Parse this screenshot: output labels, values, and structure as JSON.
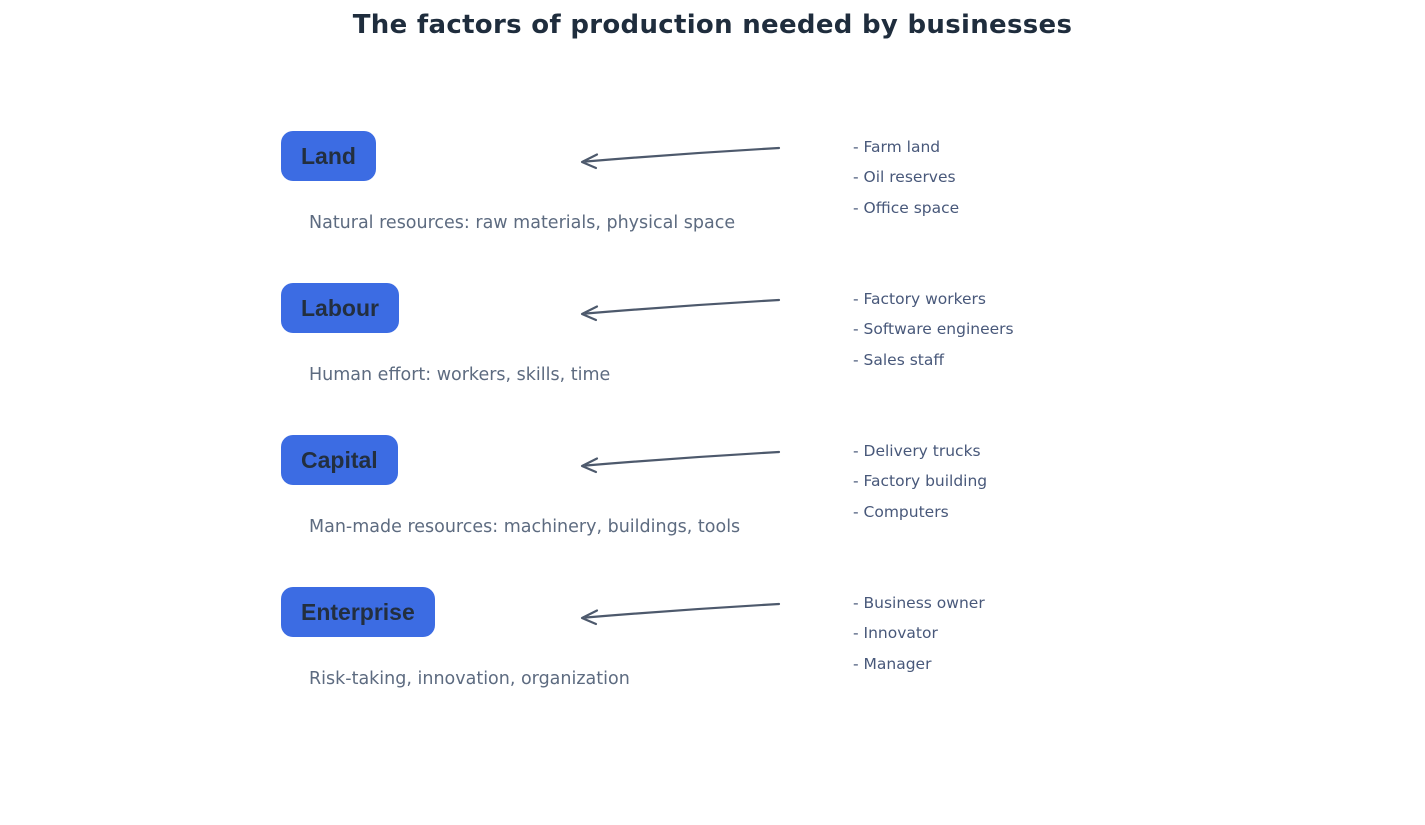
{
  "page": {
    "title": "The factors of production needed by businesses"
  },
  "colors": {
    "title_text": "#1f2d3d",
    "badge_background": "#3c6ce3",
    "badge_text": "#232f3f",
    "description_text": "#5d6b80",
    "example_text": "#48587a",
    "arrow_stroke": "#4d596c",
    "page_background": "#ffffff"
  },
  "icons": {
    "arrow": "left-arrow-icon"
  },
  "sections": [
    {
      "label": "Land",
      "description": "Natural resources: raw materials, physical space",
      "examples": [
        "- Farm land",
        "- Oil reserves",
        "- Office space"
      ]
    },
    {
      "label": "Labour",
      "description": "Human effort: workers, skills, time",
      "examples": [
        "- Factory workers",
        "- Software engineers",
        "- Sales staff"
      ]
    },
    {
      "label": "Capital",
      "description": "Man-made resources: machinery, buildings, tools",
      "examples": [
        "- Delivery trucks",
        "- Factory building",
        "- Computers"
      ]
    },
    {
      "label": "Enterprise",
      "description": "Risk-taking, innovation, organization",
      "examples": [
        "- Business owner",
        "- Innovator",
        "- Manager"
      ]
    }
  ]
}
